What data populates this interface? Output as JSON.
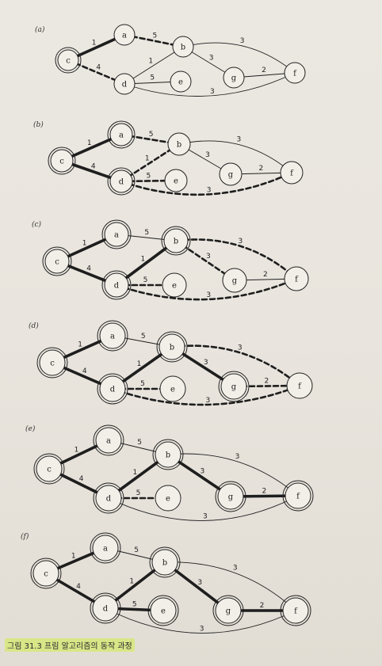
{
  "figure": {
    "caption": "그림 31.3 프림 알고리즘의 동작 과정"
  },
  "graph": {
    "edges": [
      {
        "id": "ca",
        "u": "c",
        "v": "a",
        "w": "1"
      },
      {
        "id": "cd",
        "u": "c",
        "v": "d",
        "w": "4"
      },
      {
        "id": "ab",
        "u": "a",
        "v": "b",
        "w": "5"
      },
      {
        "id": "db",
        "u": "d",
        "v": "b",
        "w": "1"
      },
      {
        "id": "de",
        "u": "d",
        "v": "e",
        "w": "5"
      },
      {
        "id": "bg",
        "u": "b",
        "v": "g",
        "w": "3"
      },
      {
        "id": "bf",
        "u": "b",
        "v": "f",
        "w": "3"
      },
      {
        "id": "gf",
        "u": "g",
        "v": "f",
        "w": "2"
      },
      {
        "id": "df",
        "u": "d",
        "v": "f",
        "w": "3"
      }
    ]
  },
  "panels": [
    {
      "label": "(a)",
      "tree_nodes": [
        "c"
      ],
      "tree_edges": [
        "ca"
      ],
      "candidate_edges": [
        "cd",
        "ab"
      ]
    },
    {
      "label": "(b)",
      "tree_nodes": [
        "c",
        "a",
        "d"
      ],
      "tree_edges": [
        "ca",
        "cd"
      ],
      "candidate_edges": [
        "ab",
        "db",
        "de",
        "df"
      ]
    },
    {
      "label": "(c)",
      "tree_nodes": [
        "c",
        "a",
        "d",
        "b"
      ],
      "tree_edges": [
        "ca",
        "cd",
        "db"
      ],
      "candidate_edges": [
        "de",
        "bg",
        "bf",
        "df"
      ]
    },
    {
      "label": "(d)",
      "tree_nodes": [
        "c",
        "a",
        "d",
        "b",
        "g"
      ],
      "tree_edges": [
        "ca",
        "cd",
        "db",
        "bg"
      ],
      "candidate_edges": [
        "de",
        "bf",
        "gf",
        "df"
      ]
    },
    {
      "label": "(e)",
      "tree_nodes": [
        "c",
        "a",
        "d",
        "b",
        "g",
        "f"
      ],
      "tree_edges": [
        "ca",
        "cd",
        "db",
        "bg",
        "gf"
      ],
      "candidate_edges": [
        "de"
      ]
    },
    {
      "label": "(f)",
      "tree_nodes": [
        "c",
        "a",
        "d",
        "b",
        "g",
        "f",
        "e"
      ],
      "tree_edges": [
        "ca",
        "cd",
        "db",
        "bg",
        "gf",
        "de"
      ],
      "candidate_edges": []
    }
  ]
}
